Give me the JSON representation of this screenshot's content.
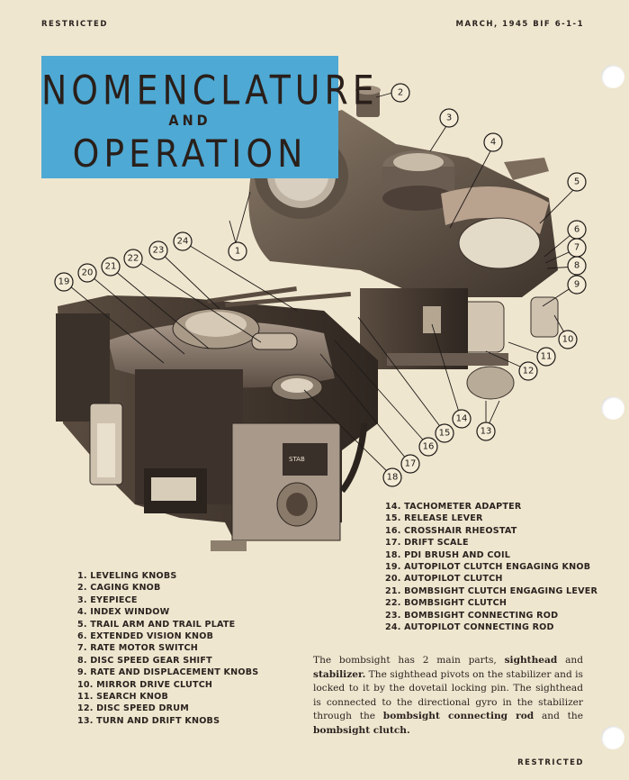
{
  "header": {
    "left": "RESTRICTED",
    "right": "MARCH, 1945  BIF 6-1-1"
  },
  "footer": {
    "right": "RESTRICTED"
  },
  "title": {
    "line1": "NOMENCLATURE",
    "line2": "AND",
    "line3": "OPERATION"
  },
  "colors": {
    "title_bg": "#4ea9d4",
    "paper": "#efe6cf",
    "ink": "#2b2420"
  },
  "callouts": [
    "1",
    "2",
    "3",
    "4",
    "5",
    "6",
    "7",
    "8",
    "9",
    "10",
    "11",
    "12",
    "13",
    "14",
    "15",
    "16",
    "17",
    "18",
    "19",
    "20",
    "21",
    "22",
    "23",
    "24"
  ],
  "parts_left": [
    "1. LEVELING KNOBS",
    "2. CAGING KNOB",
    "3. EYEPIECE",
    "4. INDEX WINDOW",
    "5. TRAIL ARM AND TRAIL PLATE",
    "6. EXTENDED VISION KNOB",
    "7. RATE MOTOR SWITCH",
    "8. DISC SPEED GEAR SHIFT",
    "9. RATE AND DISPLACEMENT KNOBS",
    "10. MIRROR DRIVE CLUTCH",
    "11. SEARCH KNOB",
    "12. DISC SPEED DRUM",
    "13. TURN AND DRIFT KNOBS"
  ],
  "parts_right": [
    "14. TACHOMETER ADAPTER",
    "15. RELEASE LEVER",
    "16. CROSSHAIR RHEOSTAT",
    "17. DRIFT SCALE",
    "18. PDI BRUSH AND COIL",
    "19. AUTOPILOT CLUTCH ENGAGING KNOB",
    "20. AUTOPILOT CLUTCH",
    "21. BOMBSIGHT CLUTCH ENGAGING LEVER",
    "22. BOMBSIGHT CLUTCH",
    "23. BOMBSIGHT CONNECTING ROD",
    "24. AUTOPILOT CONNECTING ROD"
  ],
  "paragraph": {
    "p1": "The bombsight has 2 main parts, ",
    "b1": "sighthead",
    "p2": " and ",
    "b2": "stabilizer.",
    "p3": " The sighthead pivots on the stabilizer and is locked to it by the dovetail locking pin. The sighthead is connected to the directional gyro in the stabilizer through the ",
    "b3": "bombsight connecting rod",
    "p4": " and the ",
    "b4": "bombsight clutch."
  },
  "illustration_labels": {
    "stab_plate": "STAB"
  }
}
